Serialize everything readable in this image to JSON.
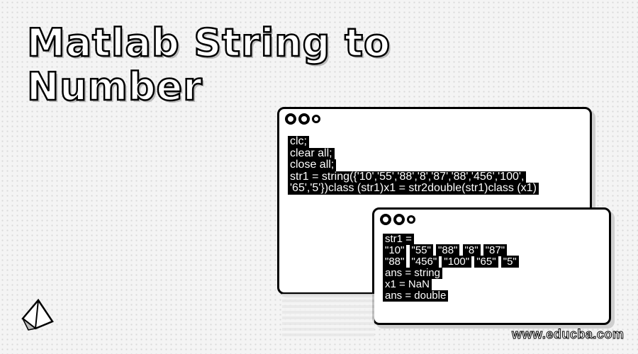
{
  "title": {
    "line1": "Matlab String to",
    "line2": "Number"
  },
  "code_window": {
    "lines": [
      "clc;",
      "clear all;",
      "close all;",
      "str1 = string({'10','55','88','8','87','88','456','100',",
      "'65','5'})class (str1)x1 = str2double(str1)class (x1)"
    ]
  },
  "output_window": {
    "header": "str1 =",
    "row1": [
      "\"10\"",
      "\"55\"",
      "\"88\"",
      "\"8\"",
      "\"87\""
    ],
    "row2": [
      "\"88\"",
      "\"456\"",
      "\"100\"",
      "\"65\"",
      "\"5\""
    ],
    "lines": [
      "ans = string",
      "x1 = NaN",
      "ans = double"
    ]
  },
  "watermark": "www.educba.com",
  "icons": {
    "window_controls": [
      "circle-icon",
      "circle-icon",
      "small-circle-icon"
    ],
    "logo": "paper-boat-icon"
  }
}
